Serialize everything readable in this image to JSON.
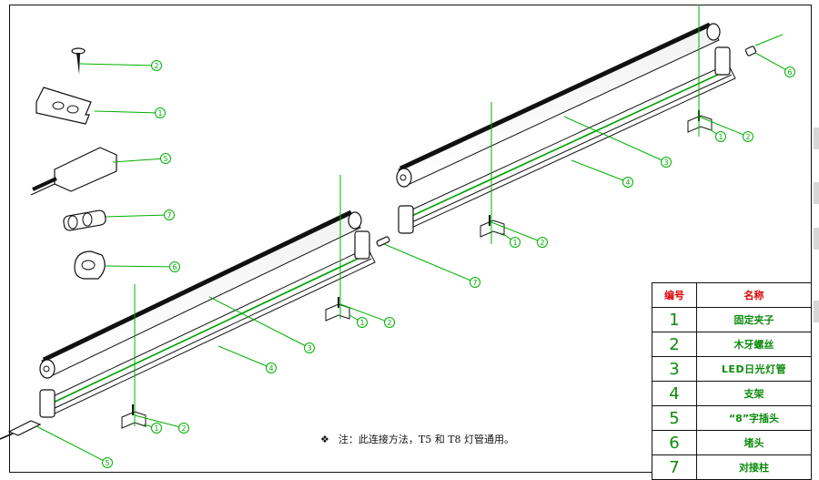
{
  "note": {
    "mark": "❖",
    "text": "注：此连接方法，T5 和 T8 灯管通用。"
  },
  "legend": {
    "header": {
      "num": "编号",
      "name": "名称"
    },
    "rows": [
      {
        "num": "1",
        "name": "固定夹子"
      },
      {
        "num": "2",
        "name": "木牙螺丝"
      },
      {
        "num": "3",
        "name": "LED日光灯管"
      },
      {
        "num": "4",
        "name": "支架"
      },
      {
        "num": "5",
        "name": "“8”字插头"
      },
      {
        "num": "6",
        "name": "堵头"
      },
      {
        "num": "7",
        "name": "对接柱"
      }
    ]
  },
  "callouts": {
    "screw": "2",
    "clip": "1",
    "plug": "5",
    "connector": "7",
    "endcap": "6",
    "r_tube": "3",
    "r_bracket": "4",
    "r_clip_a": "1",
    "r_screw_a": "2",
    "r_clip_b": "1",
    "r_screw_b": "2",
    "r_endcap": "6",
    "l_tube": "3",
    "l_bracket": "4",
    "l_clip_a": "1",
    "l_screw_a": "2",
    "l_clip_b": "1",
    "l_screw_b": "2",
    "l_connector": "7",
    "l_plug": "5"
  },
  "colors": {
    "leader": "#00b000",
    "outline": "#111111",
    "accent": "#d00000"
  }
}
